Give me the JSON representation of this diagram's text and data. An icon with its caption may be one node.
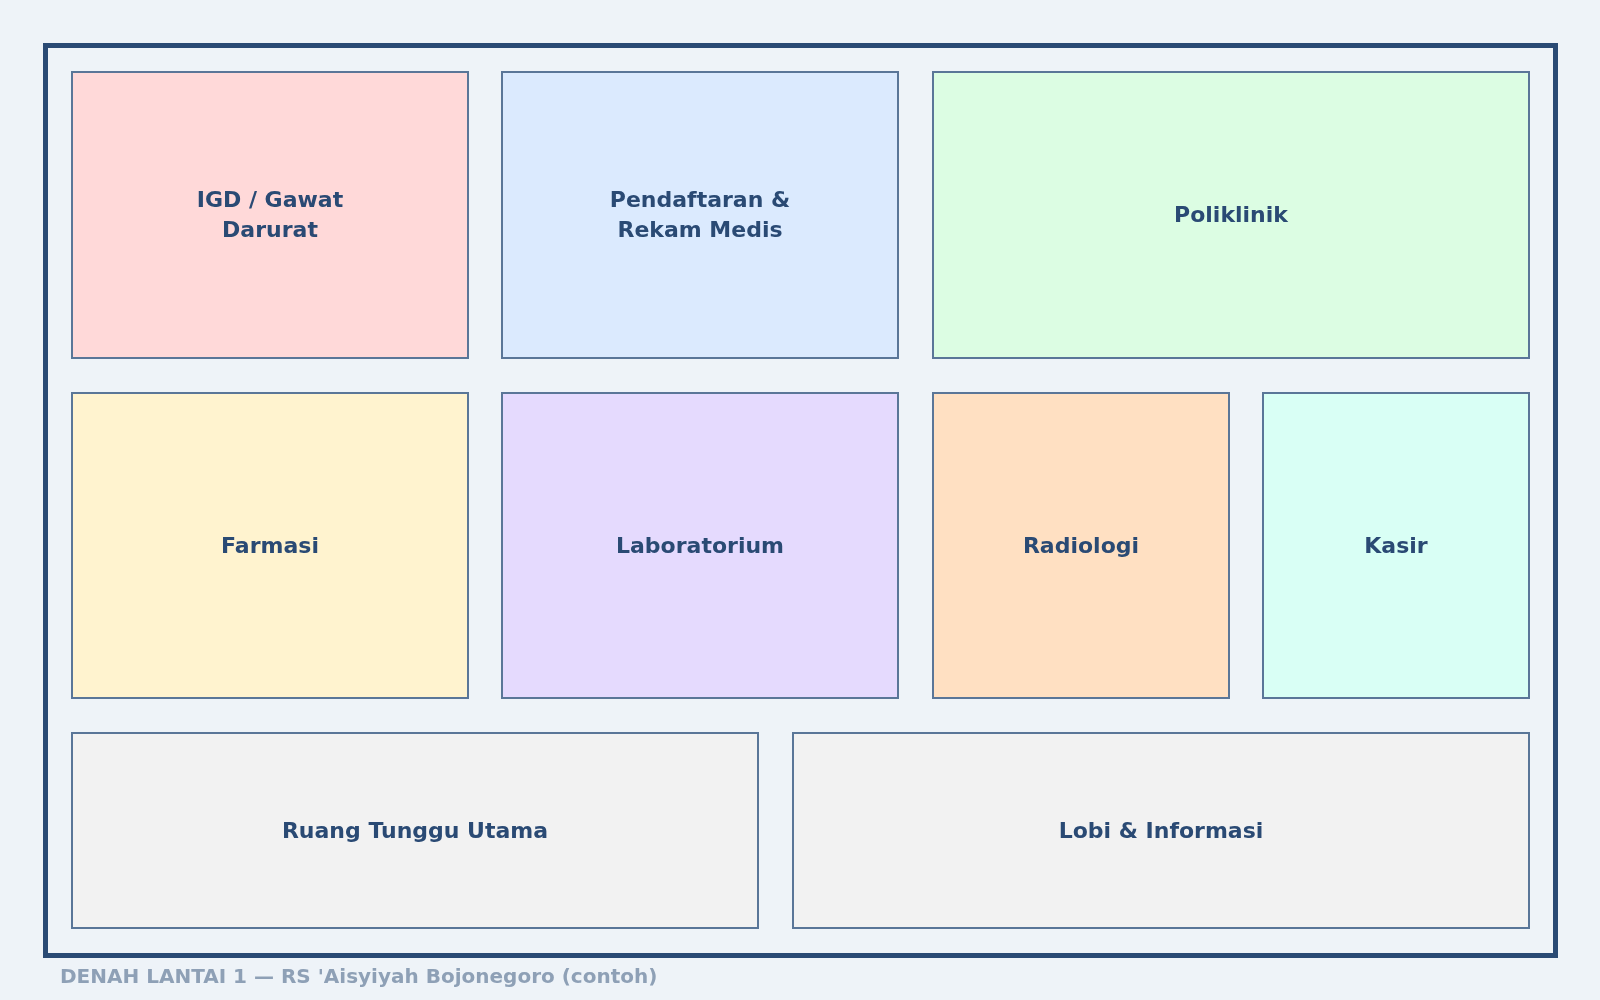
{
  "diagram": {
    "caption": "DENAH LANTAI 1 — RS 'Aisyiyah Bojonegoro (contoh)",
    "nodes": [
      {
        "text": [],
        "shape": "box"
      },
      {
        "text": [
          "IGD / Gawat Darurat"
        ],
        "in": 0
      },
      {
        "text": [
          "Pendaftaran & Rekam Medis"
        ],
        "in": 0
      },
      {
        "text": [
          "Poliklinik"
        ],
        "in": 0
      },
      {
        "text": [
          "Farmasi"
        ],
        "in": 0
      },
      {
        "text": [
          "Laboratorium"
        ],
        "in": 0
      },
      {
        "text": [
          "Radiologi"
        ],
        "in": 0
      },
      {
        "text": [
          "Kasir"
        ],
        "in": 0
      },
      {
        "text": [
          "Ruang Tunggu Utama"
        ],
        "in": 0
      },
      {
        "text": [
          "Lobi & Informasi"
        ],
        "in": 0
      }
    ]
  }
}
